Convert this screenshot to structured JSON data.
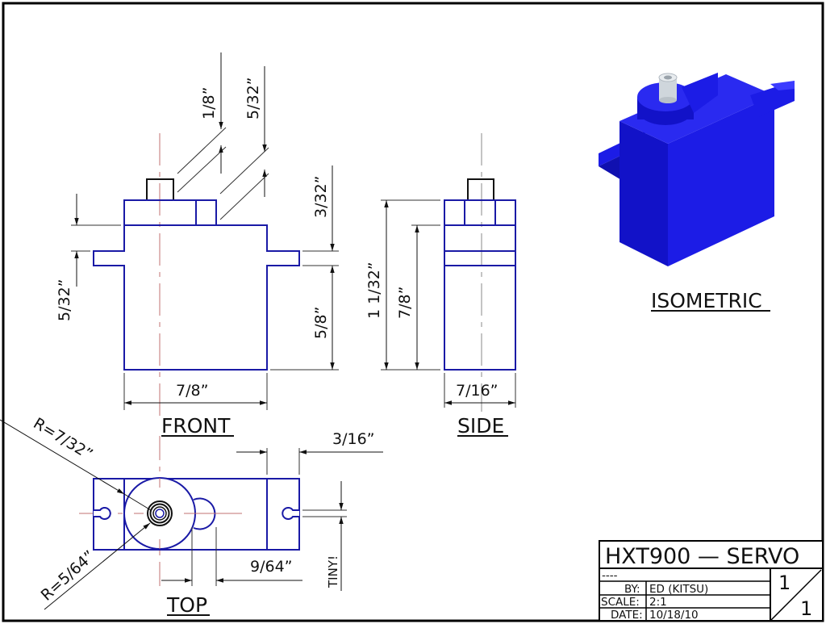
{
  "drawing": {
    "colors": {
      "outline": "#1a1aa6",
      "iso_blue": "#1c1ce6",
      "iso_dark": "#1010b0",
      "iso_light": "#3b3bff",
      "centerline": "#c07070",
      "dimension": "#111111",
      "border": "#000000"
    },
    "views": {
      "front": {
        "label": "FRONT"
      },
      "side": {
        "label": "SIDE"
      },
      "top": {
        "label": "TOP"
      },
      "isometric": {
        "label": "ISOMETRIC"
      }
    },
    "dimensions": {
      "front_shaft_height": "1/8”",
      "front_gear_cap_height": "5/32”",
      "front_tab_top_offset": "3/32”",
      "front_left_upper_offset": "5/32”",
      "front_lower_body_height": "5/8”",
      "front_width": "7/8”",
      "side_total_height": "1  1/32”",
      "side_body_height": "7/8”",
      "side_width": "7/16”",
      "top_gear_radius": "R=7/32”",
      "top_shaft_radius": "R=5/64”",
      "top_tab_width": "3/16”",
      "top_boss_offset": "9/64”",
      "top_slot_width": "TINY!"
    }
  },
  "title_block": {
    "title": "HXT900  —  SERVO",
    "revision": "----",
    "by_label": "BY:",
    "by_value": "ED  (KITSU)",
    "scale_label": "SCALE:",
    "scale_value": "2:1",
    "date_label": "DATE:",
    "date_value": "10/18/10",
    "sheet_number": "1",
    "sheet_total": "1"
  }
}
